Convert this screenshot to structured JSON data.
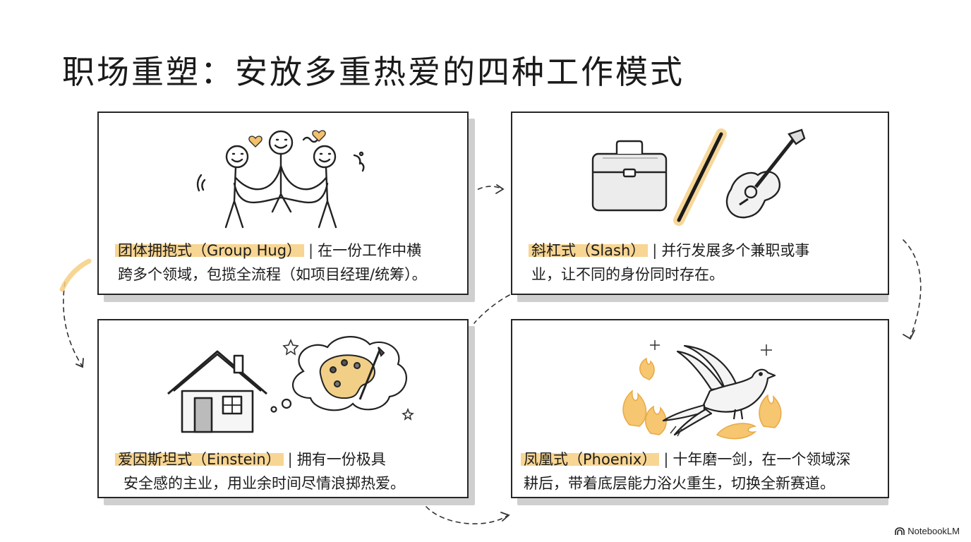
{
  "title": "职场重塑：安放多重热爱的四种工作模式",
  "cards": [
    {
      "name": "团体拥抱式（Group Hug）",
      "line1": "在一份工作中横",
      "line2": "跨多个领域，包揽全流程（如项目经理/统筹）。",
      "icons": [
        "stick-figures-hugging-icon",
        "heart-icon"
      ]
    },
    {
      "name": "斜杠式（Slash）",
      "line1": "并行发展多个兼职或事",
      "line2": "业，让不同的身份同时存在。",
      "icons": [
        "briefcase-icon",
        "slash-icon",
        "guitar-icon"
      ]
    },
    {
      "name": "爱因斯坦式（Einstein）",
      "line1": "拥有一份极具",
      "line2": "安全感的主业，用业余时间尽情浪掷热爱。",
      "icons": [
        "house-icon",
        "thought-cloud-icon",
        "paint-palette-icon"
      ]
    },
    {
      "name": "凤凰式（Phoenix）",
      "line1": "十年磨一剑，在一个领域深",
      "line2": "耕后，带着底层能力浴火重生，切换全新赛道。",
      "icons": [
        "phoenix-bird-icon",
        "flame-icon"
      ]
    }
  ],
  "separator": "|",
  "brand": "NotebookLM",
  "colors": {
    "highlight": "#f6ce80",
    "ink": "#262626",
    "shadow": "#cfcfcf"
  }
}
